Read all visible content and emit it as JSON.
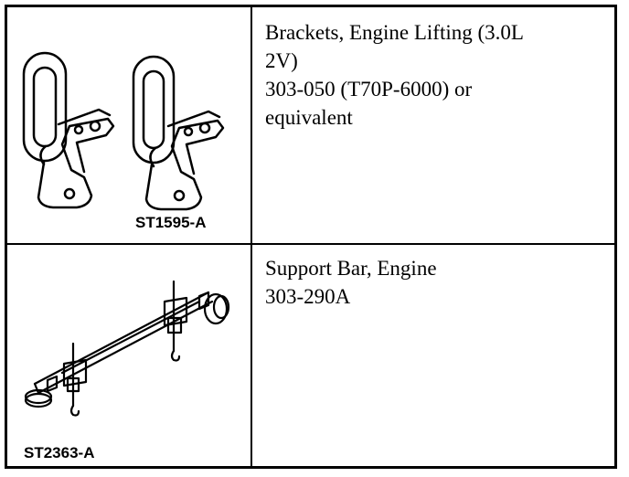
{
  "tools": [
    {
      "figure_code": "ST1595-A",
      "illustration": "engine-lifting-brackets-icon",
      "name_lines": [
        "Brackets, Engine Lifting (3.0L",
        "2V)"
      ],
      "part_lines": [
        "303-050 (T70P-6000) or",
        "equivalent"
      ]
    },
    {
      "figure_code": "ST2363-A",
      "illustration": "engine-support-bar-icon",
      "name_lines": [
        "Support Bar, Engine"
      ],
      "part_lines": [
        "303-290A"
      ]
    }
  ]
}
